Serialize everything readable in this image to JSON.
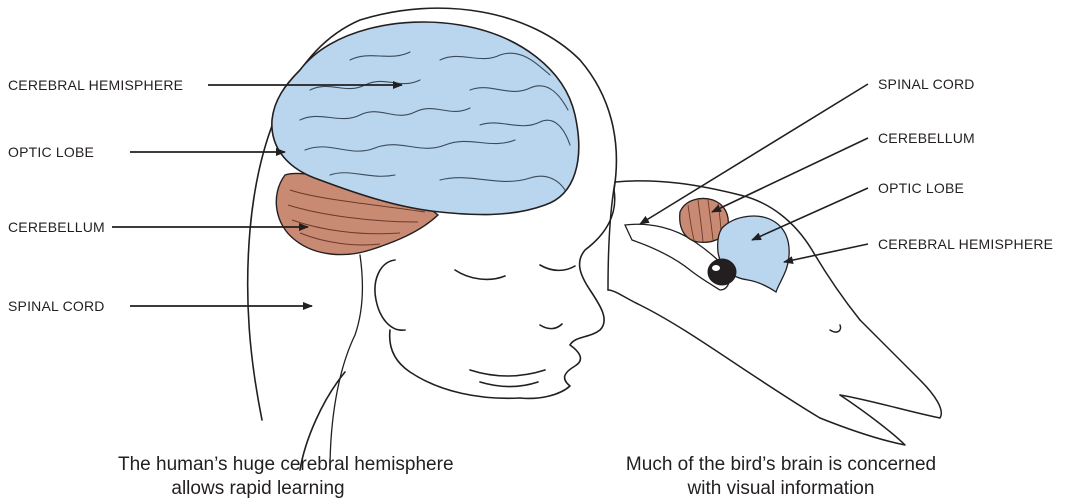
{
  "human": {
    "labels": {
      "cerebral_hemisphere": "CEREBRAL HEMISPHERE",
      "optic_lobe": "OPTIC LOBE",
      "cerebellum": "CEREBELLUM",
      "spinal_cord": "SPINAL CORD"
    },
    "caption": {
      "line1": "The human’s huge cerebral hemisphere",
      "line2": "allows rapid learning"
    }
  },
  "bird": {
    "labels": {
      "spinal_cord": "SPINAL CORD",
      "cerebellum": "CEREBELLUM",
      "optic_lobe": "OPTIC LOBE",
      "cerebral_hemisphere": "CEREBRAL HEMISPHERE"
    },
    "caption": {
      "line1": "Much of the bird’s brain is concerned",
      "line2": "with visual information"
    }
  },
  "colors": {
    "cerebrum_fill": "#b9d6ee",
    "cerebellum_fill": "#c98a73",
    "outline": "#231f20"
  }
}
